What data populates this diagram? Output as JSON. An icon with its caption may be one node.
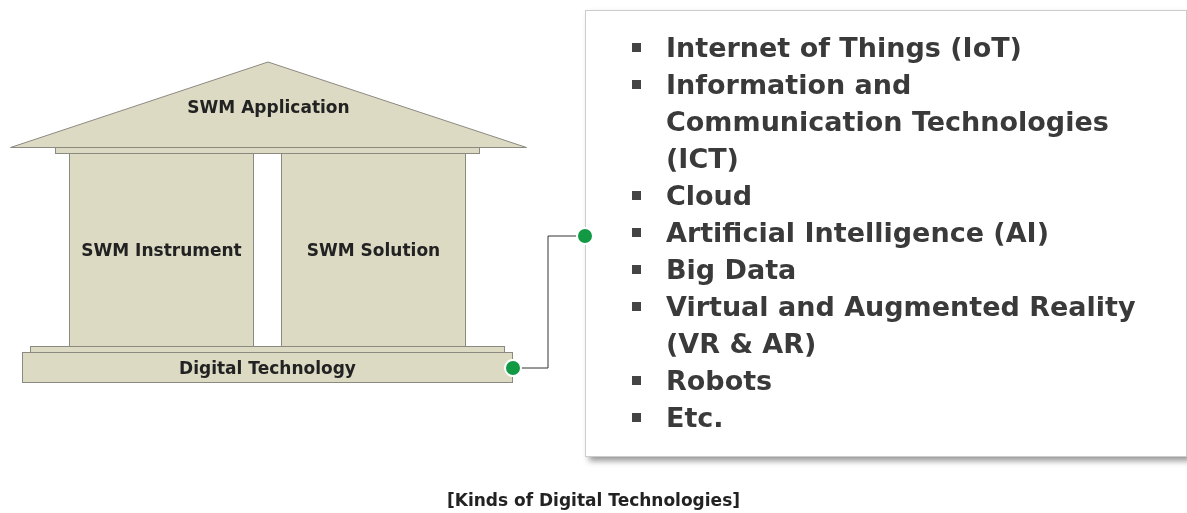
{
  "diagram": {
    "caption": "[Kinds of Digital Technologies]",
    "nodes": [
      {
        "text": [
          "SWM Application"
        ]
      },
      {
        "text": [
          "SWM Instrument"
        ]
      },
      {
        "text": [
          "SWM Solution"
        ]
      },
      {
        "text": [
          "Digital Technology"
        ]
      },
      {
        "text": [
          "Internet of Things (IoT)",
          "Information and Communication Technologies (ICT)",
          "Cloud",
          "Artificial Intelligence (AI)",
          "Big Data",
          "Virtual and Augmented Reality (VR & AR)",
          "Robots",
          "Etc."
        ]
      }
    ],
    "edges": [
      {
        "from": 3,
        "to": 4,
        "arrow": "other"
      }
    ]
  }
}
